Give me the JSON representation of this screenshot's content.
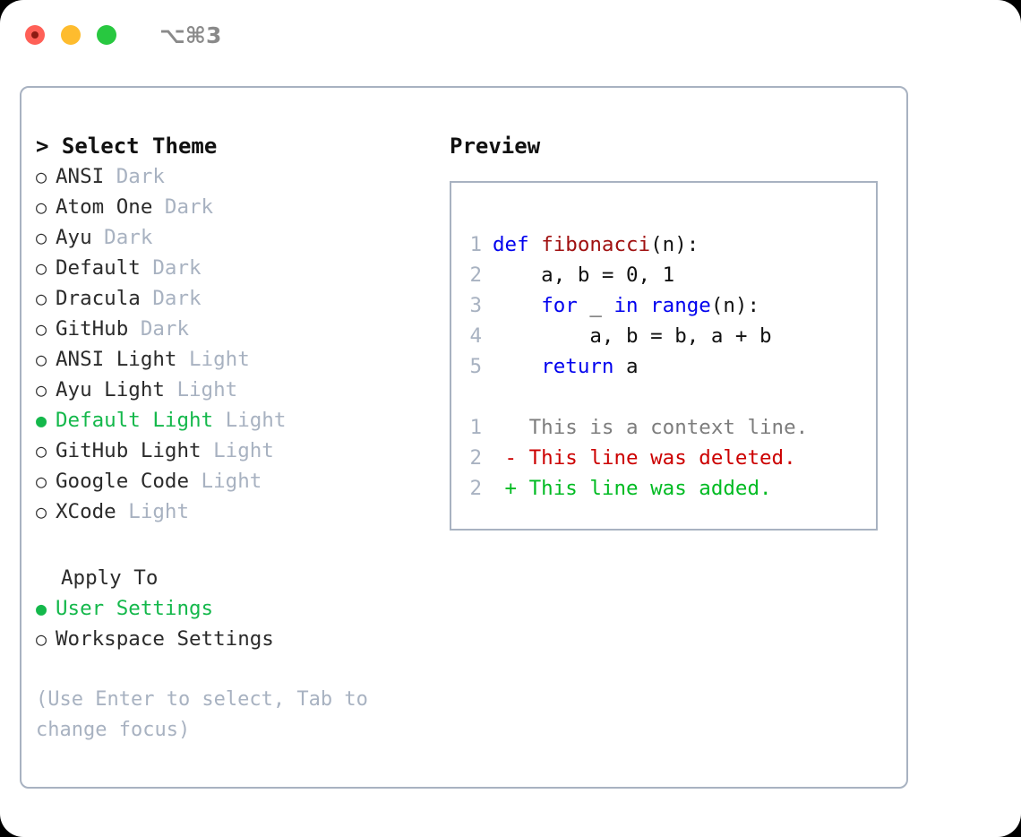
{
  "window": {
    "title": "⌥⌘3",
    "controls": [
      {
        "name": "close",
        "color": "#ff6057"
      },
      {
        "name": "minimize",
        "color": "#febc2e"
      },
      {
        "name": "maximize",
        "color": "#28c840"
      }
    ]
  },
  "theme_list": {
    "header": "> Select Theme",
    "items": [
      {
        "bullet": "○",
        "label": "ANSI",
        "variant": "Dark",
        "selected": false
      },
      {
        "bullet": "○",
        "label": "Atom One",
        "variant": "Dark",
        "selected": false
      },
      {
        "bullet": "○",
        "label": "Ayu",
        "variant": "Dark",
        "selected": false
      },
      {
        "bullet": "○",
        "label": "Default",
        "variant": "Dark",
        "selected": false
      },
      {
        "bullet": "○",
        "label": "Dracula",
        "variant": "Dark",
        "selected": false
      },
      {
        "bullet": "○",
        "label": "GitHub",
        "variant": "Dark",
        "selected": false
      },
      {
        "bullet": "○",
        "label": "ANSI Light",
        "variant": "Light",
        "selected": false
      },
      {
        "bullet": "○",
        "label": "Ayu Light",
        "variant": "Light",
        "selected": false
      },
      {
        "bullet": "●",
        "label": "Default Light",
        "variant": "Light",
        "selected": true
      },
      {
        "bullet": "○",
        "label": "GitHub Light",
        "variant": "Light",
        "selected": false
      },
      {
        "bullet": "○",
        "label": "Google Code",
        "variant": "Light",
        "selected": false
      },
      {
        "bullet": "○",
        "label": "XCode",
        "variant": "Light",
        "selected": false
      }
    ]
  },
  "apply_to": {
    "header": "Apply To",
    "items": [
      {
        "bullet": "●",
        "label": "User Settings",
        "selected": true
      },
      {
        "bullet": "○",
        "label": "Workspace Settings",
        "selected": false
      }
    ]
  },
  "hint": "(Use Enter to select, Tab to change focus)",
  "preview": {
    "title": "Preview",
    "code_lines": [
      {
        "num": "1",
        "tokens": [
          {
            "t": "def ",
            "c": "kw"
          },
          {
            "t": "fibonacci",
            "c": "fn"
          },
          {
            "t": "(n):",
            "c": "plain"
          }
        ]
      },
      {
        "num": "2",
        "tokens": [
          {
            "t": "    a, b = 0, 1",
            "c": "plain"
          }
        ]
      },
      {
        "num": "3",
        "tokens": [
          {
            "t": "    ",
            "c": "plain"
          },
          {
            "t": "for",
            "c": "kw"
          },
          {
            "t": " _ ",
            "c": "plain"
          },
          {
            "t": "in",
            "c": "kw"
          },
          {
            "t": " ",
            "c": "plain"
          },
          {
            "t": "range",
            "c": "kw"
          },
          {
            "t": "(n):",
            "c": "plain"
          }
        ]
      },
      {
        "num": "4",
        "tokens": [
          {
            "t": "        a, b = b, a + b",
            "c": "plain"
          }
        ]
      },
      {
        "num": "5",
        "tokens": [
          {
            "t": "    ",
            "c": "plain"
          },
          {
            "t": "return",
            "c": "kw"
          },
          {
            "t": " a",
            "c": "plain"
          }
        ]
      }
    ],
    "diff_lines": [
      {
        "num": "1",
        "tokens": [
          {
            "t": "   This is a context line.",
            "c": "ctx"
          }
        ]
      },
      {
        "num": "2",
        "tokens": [
          {
            "t": " - This line was deleted.",
            "c": "del"
          }
        ]
      },
      {
        "num": "2",
        "tokens": [
          {
            "t": " + This line was added.",
            "c": "add"
          }
        ]
      }
    ]
  },
  "colors": {
    "accent_green": "#14b84b",
    "border": "#a8b2c1",
    "muted": "#a8b2c1",
    "keyword": "#0000ee",
    "function": "#a01010",
    "diff_added": "#00bb22",
    "diff_deleted": "#cc0000",
    "context": "#7d7d7d"
  }
}
